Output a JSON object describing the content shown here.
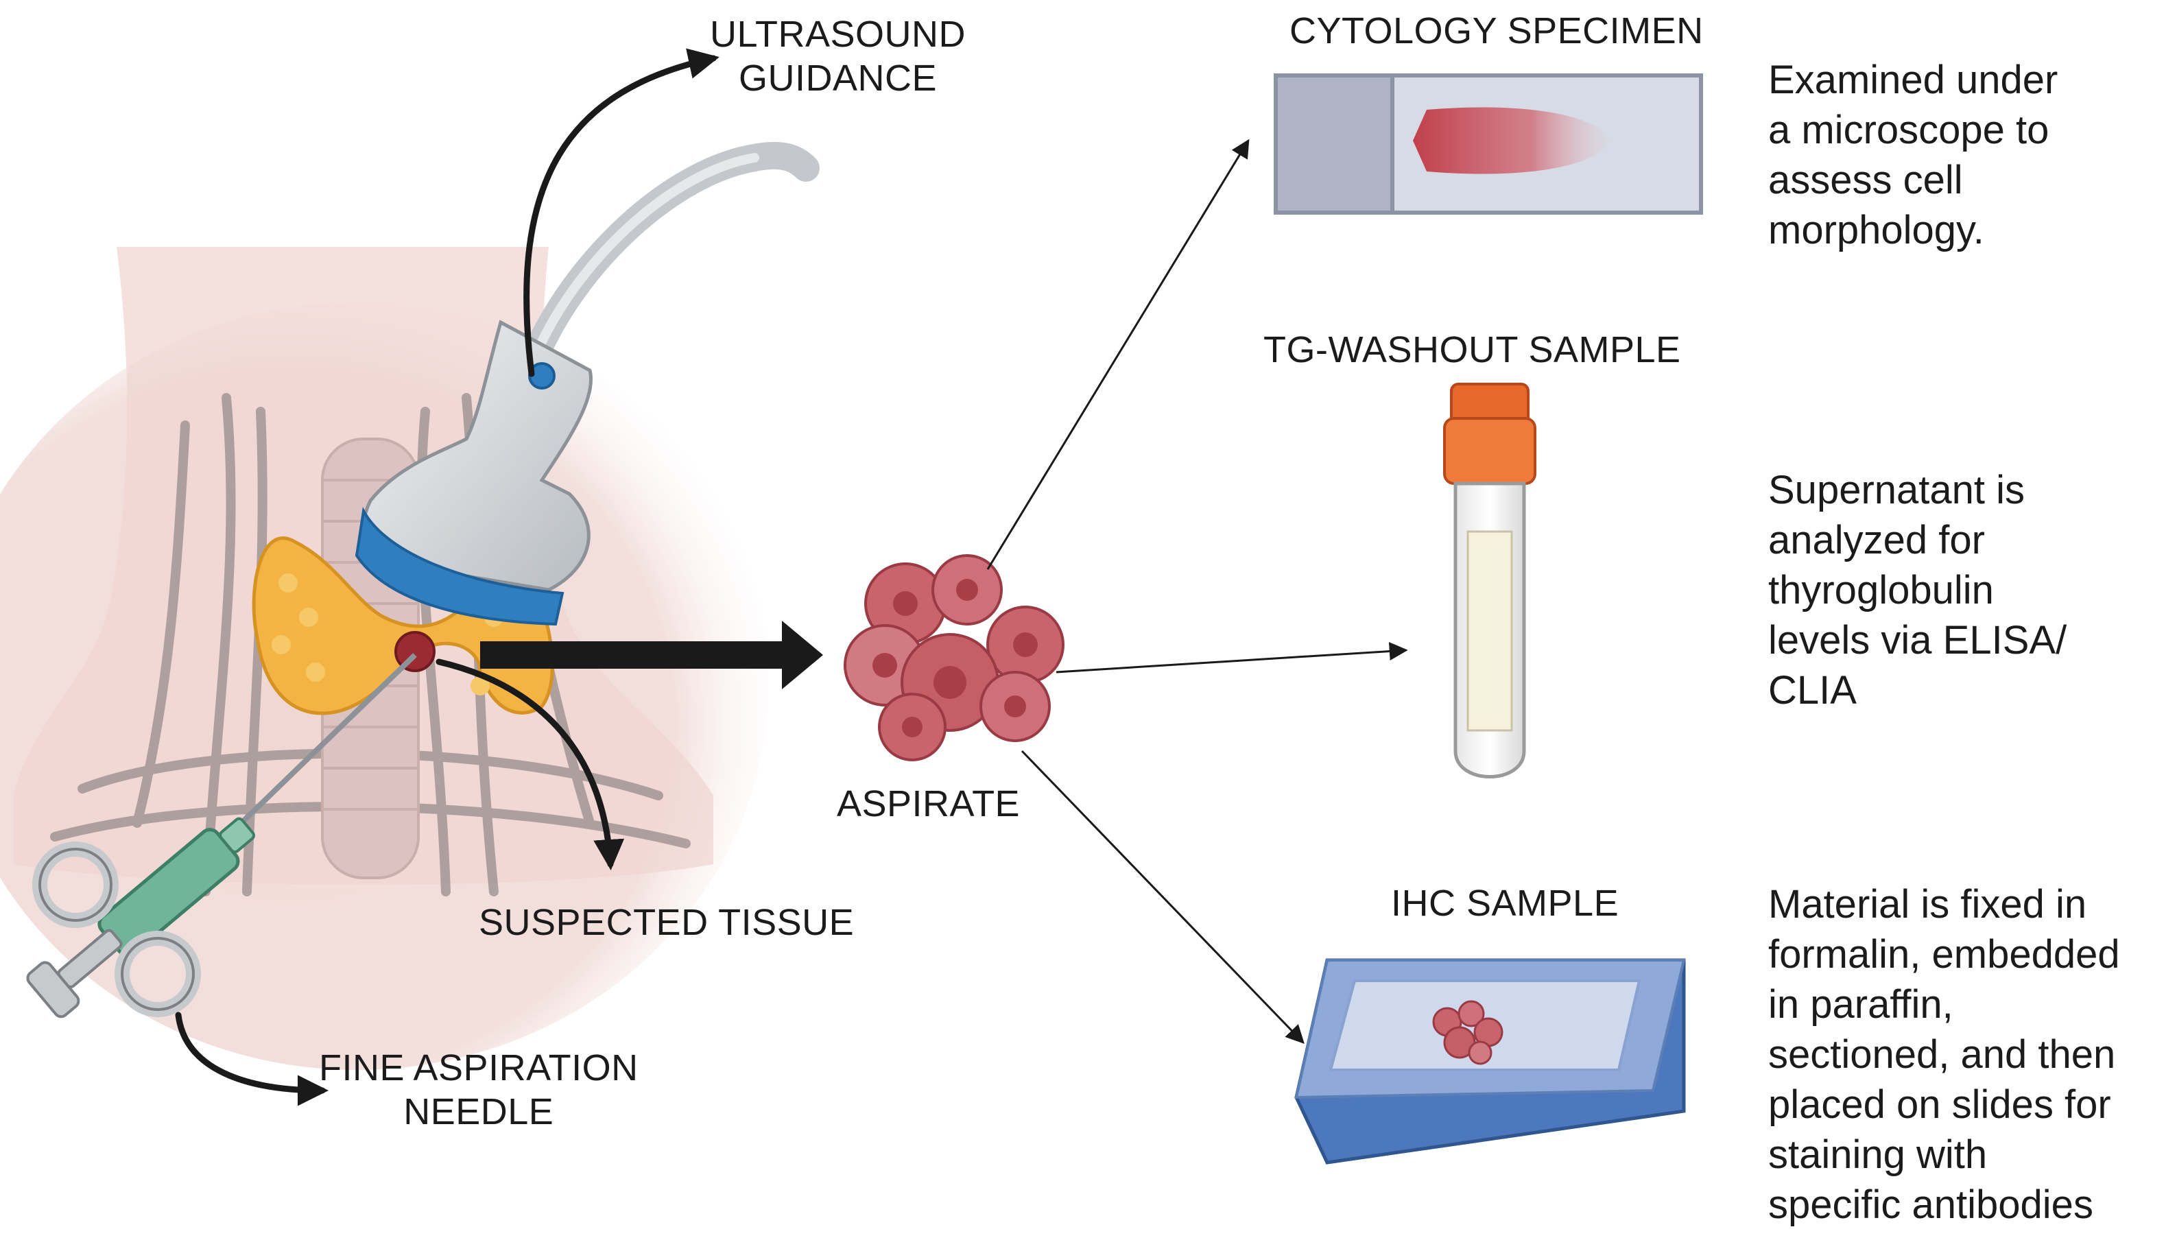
{
  "labels": {
    "ultrasound": [
      "ULTRASOUND",
      "GUIDANCE"
    ],
    "suspected_tissue": "SUSPECTED TISSUE",
    "needle": [
      "FINE ASPIRATION",
      "NEEDLE"
    ],
    "aspirate": "ASPIRATE",
    "cytology": "CYTOLOGY SPECIMEN",
    "tg_washout": "TG-WASHOUT SAMPLE",
    "ihc": "IHC SAMPLE"
  },
  "descriptions": {
    "cytology": [
      "Examined under",
      "a microscope to",
      "assess cell",
      "morphology."
    ],
    "tg_washout": [
      "Supernatant is",
      "analyzed for",
      "thyroglobulin",
      "levels via ELISA/",
      "CLIA"
    ],
    "ihc": [
      "Material is fixed in",
      "formalin, embedded",
      "in paraffin,",
      "sectioned, and then",
      "placed on slides for",
      "staining with",
      "specific antibodies"
    ]
  },
  "colors": {
    "skin": "#efd9d4",
    "thyroid": "#f4b443",
    "aspirate": "#c9646c",
    "probe_blue": "#2f7fc0",
    "tube_cap": "#e8672a",
    "syringe": "#6fb59a",
    "slide_blue": "#7c97c9"
  }
}
